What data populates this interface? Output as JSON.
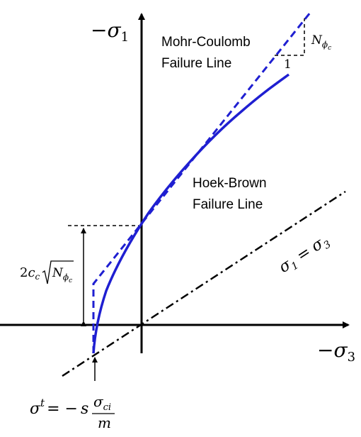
{
  "axes": {
    "y_label_sign": "−",
    "y_label_var": "σ",
    "y_label_sub": "1",
    "x_label_sign": "−",
    "x_label_var": "σ",
    "x_label_sub": "3"
  },
  "mohr_coulomb": {
    "label_line1": "Mohr-Coulomb",
    "label_line2": "Failure Line",
    "slope_label_var": "N",
    "slope_label_sub": "ϕ",
    "slope_label_subsub": "c",
    "slope_run": "1",
    "color": "#1f1fd1"
  },
  "hoek_brown": {
    "label_line1": "Hoek-Brown",
    "label_line2": "Failure Line",
    "color": "#1f1fd1"
  },
  "equality_line": {
    "label_lhs_var": "σ",
    "label_lhs_sub": "1",
    "label_eq": "=",
    "label_rhs_var": "σ",
    "label_rhs_sub": "3"
  },
  "intercept": {
    "coef": "2",
    "var": "c",
    "sub": "c",
    "root_var": "N",
    "root_sub": "ϕ",
    "root_subsub": "c"
  },
  "tension_cutoff": {
    "lhs_var": "σ",
    "lhs_sup": "t",
    "eq": "= −",
    "s": "s",
    "num_var": "σ",
    "num_sub": "ci",
    "den": "m"
  }
}
